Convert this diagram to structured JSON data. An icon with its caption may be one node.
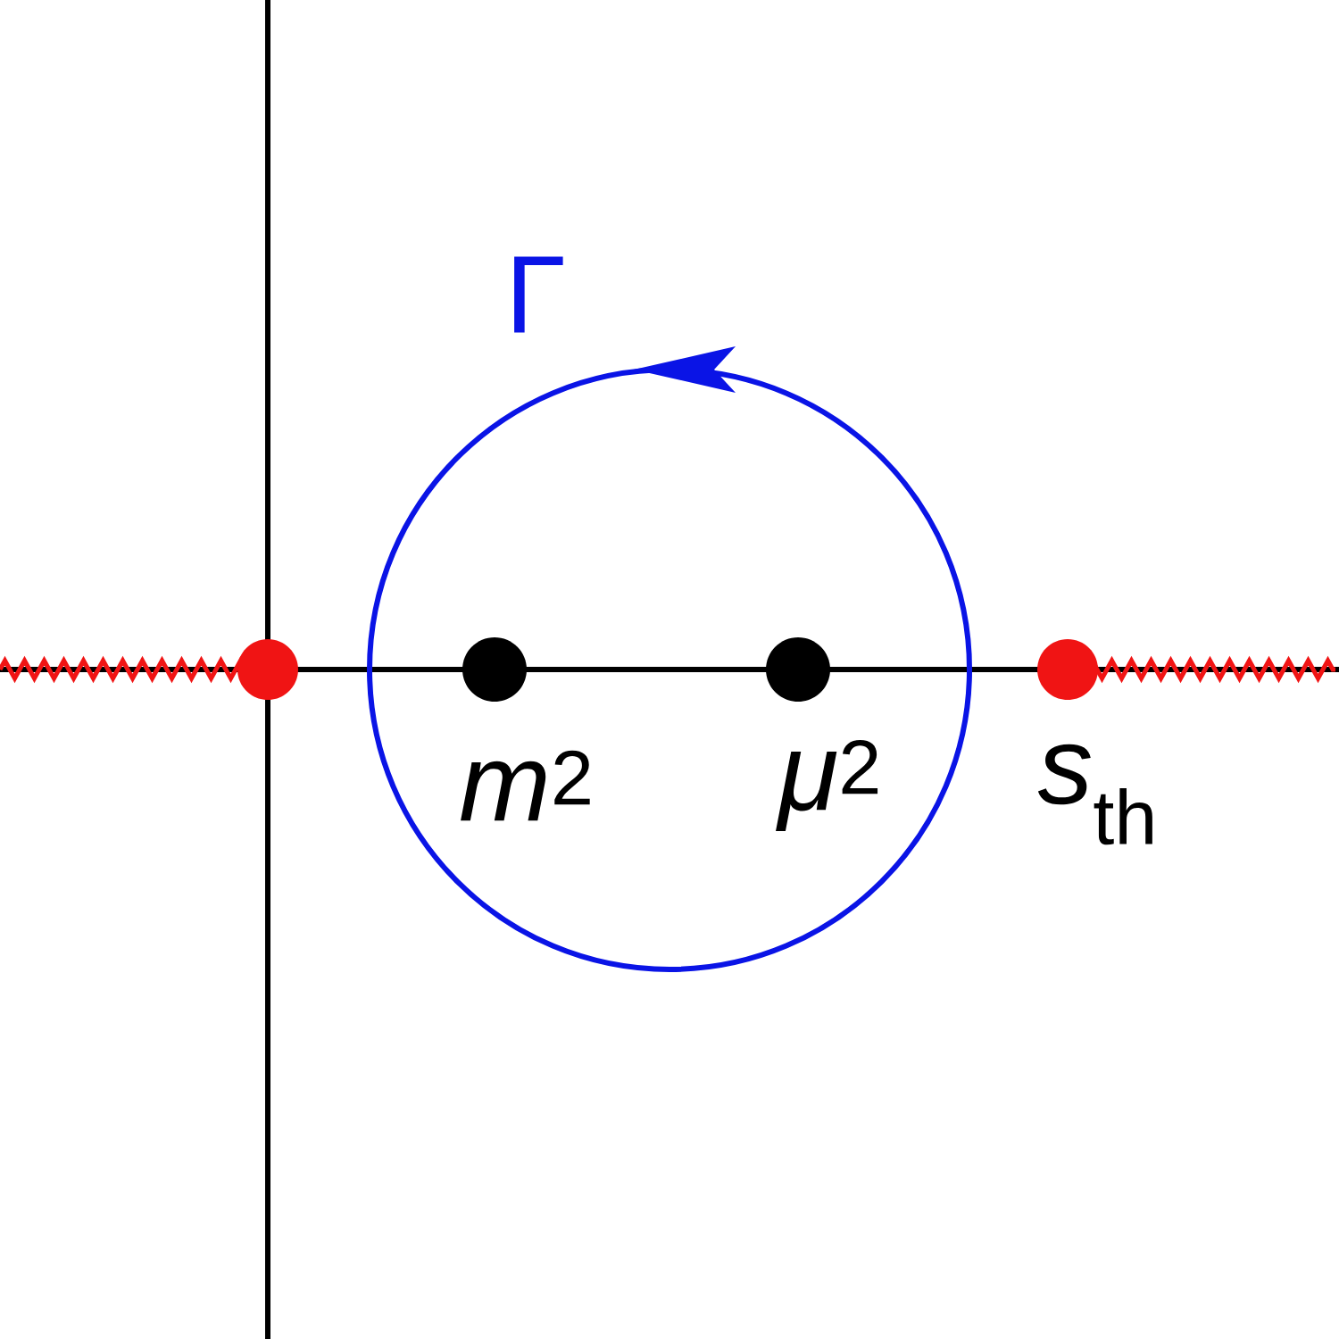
{
  "diagram": {
    "labels": [
      "Γ",
      "*m*$^{2}$",
      "*μ*$^{2}$",
      "*s*$_{th}$"
    ]
  }
}
